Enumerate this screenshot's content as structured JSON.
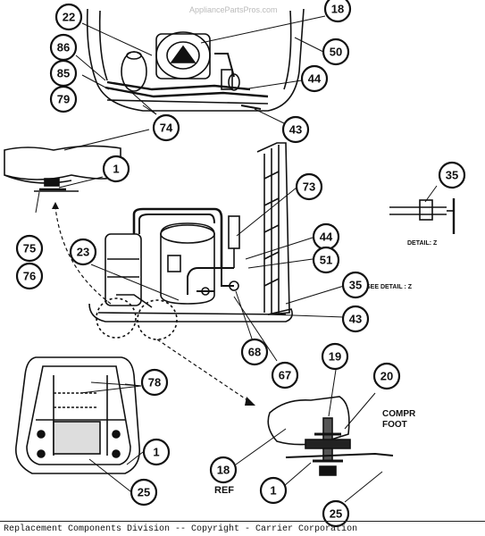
{
  "watermark": "AppliancePartsPros.com",
  "callouts": {
    "c22": "22",
    "c18a": "18",
    "c50": "50",
    "c86": "86",
    "c85": "85",
    "c79": "79",
    "c44a": "44",
    "c74": "74",
    "c43a": "43",
    "c1a": "1",
    "c75": "75",
    "c76": "76",
    "c35a": "35",
    "c73": "73",
    "c23": "23",
    "c44b": "44",
    "c51": "51",
    "c35b": "35",
    "c43b": "43",
    "c68": "68",
    "c67": "67",
    "c78": "78",
    "c1b": "1",
    "c25a": "25",
    "c19": "19",
    "c20": "20",
    "c18b": "18",
    "c1c": "1",
    "c25b": "25"
  },
  "labels": {
    "detail_z": "DETAIL: Z",
    "see_detail": "SEE DETAIL : Z",
    "compr": "COMPR",
    "foot": "FOOT",
    "ref": "REF"
  },
  "footer": "Replacement Components Division -- Copyright - Carrier Corporation"
}
